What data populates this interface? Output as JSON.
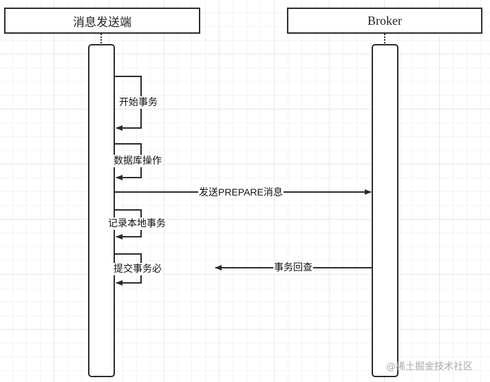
{
  "participants": {
    "sender": "消息发送端",
    "broker": "Broker"
  },
  "messages": {
    "begin_transaction": "开始事务",
    "db_operation": "数据库操作",
    "send_prepare": "发送PREPARE消息",
    "record_local": "记录本地事务",
    "commit_transaction": "提交事务必",
    "transaction_check": "事务回查"
  },
  "watermark": "@稀土掘金技术社区"
}
